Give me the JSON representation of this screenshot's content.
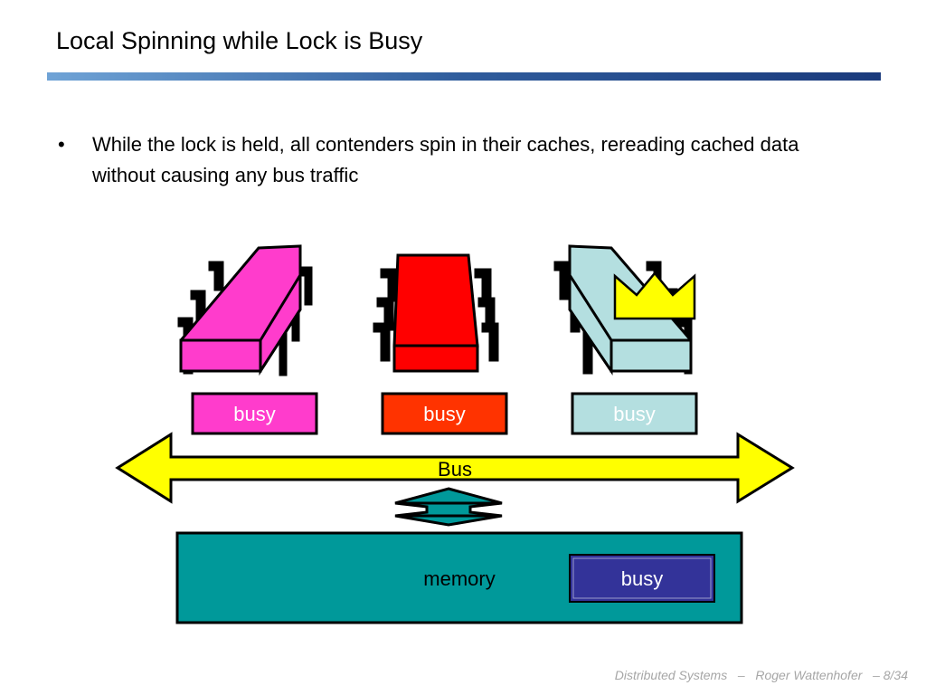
{
  "slide": {
    "title": "Local Spinning while Lock is Busy",
    "bullets": [
      "While the lock is held, all contenders spin in their caches, rereading cached data without causing any bus traffic"
    ]
  },
  "diagram": {
    "processors": [
      {
        "color": "#ff3ccc",
        "cache_label": "busy",
        "cache_color": "#ff3ccc",
        "cache_text_color": "#ffffff",
        "holds_lock": false
      },
      {
        "color": "#ff0000",
        "cache_label": "busy",
        "cache_color": "#ff3300",
        "cache_text_color": "#ffffff",
        "holds_lock": false
      },
      {
        "color": "#b4dfe0",
        "cache_label": "busy",
        "cache_color": "#b4dfe0",
        "cache_text_color": "#ffffff",
        "holds_lock": true
      }
    ],
    "bus": {
      "label": "Bus",
      "color": "#ffff00"
    },
    "memory": {
      "label": "memory",
      "color": "#00999a",
      "cell_label": "busy",
      "cell_color": "#333399"
    },
    "crown_icon": "crown-icon",
    "crown_color": "#ffff00"
  },
  "footer": {
    "course": "Distributed Systems",
    "separator": "–",
    "author": "Roger Wattenhofer",
    "page": "– 8/34"
  }
}
